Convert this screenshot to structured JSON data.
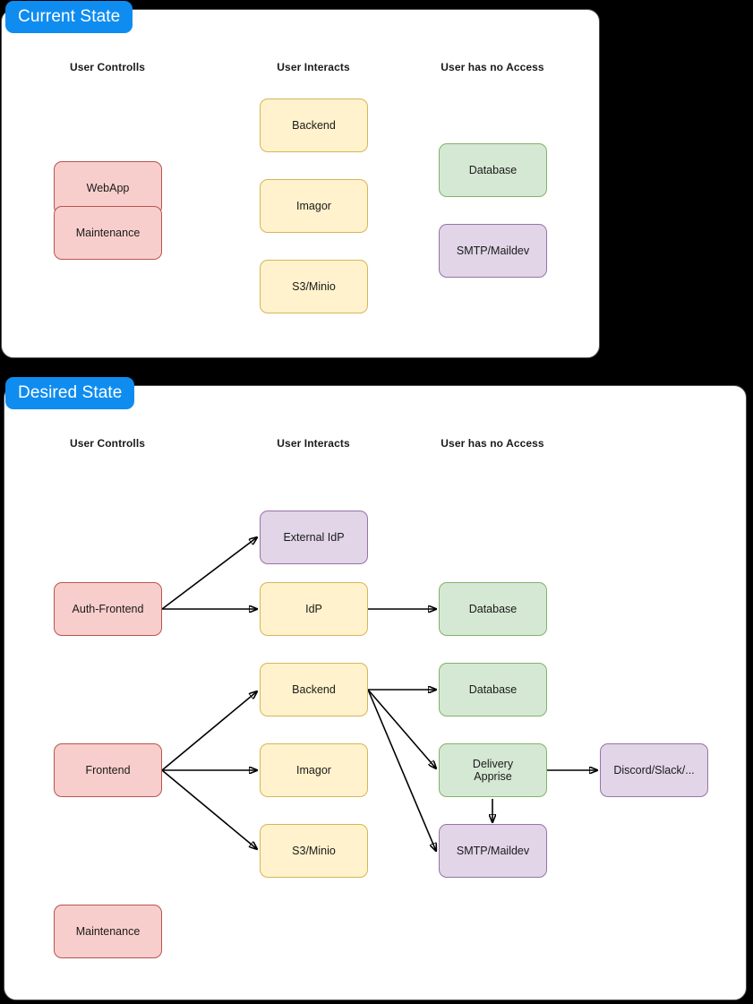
{
  "panels": [
    {
      "id": "current-state",
      "badge": "Current State",
      "columns": [
        {
          "label": "User Controlls"
        },
        {
          "label": "User Interacts"
        },
        {
          "label": "User has no Access"
        }
      ],
      "nodes": [
        {
          "id": "webapp",
          "label": "WebApp",
          "color": "red"
        },
        {
          "id": "maintenance",
          "label": "Maintenance",
          "color": "red"
        },
        {
          "id": "backend",
          "label": "Backend",
          "color": "yellow"
        },
        {
          "id": "imagor",
          "label": "Imagor",
          "color": "yellow"
        },
        {
          "id": "s3minio",
          "label": "S3/Minio",
          "color": "yellow"
        },
        {
          "id": "database",
          "label": "Database",
          "color": "green"
        },
        {
          "id": "smtp",
          "label": "SMTP/Maildev",
          "color": "purple"
        }
      ],
      "edges": []
    },
    {
      "id": "desired-state",
      "badge": "Desired State",
      "columns": [
        {
          "label": "User Controlls"
        },
        {
          "label": "User Interacts"
        },
        {
          "label": "User has no Access"
        }
      ],
      "nodes": [
        {
          "id": "auth-frontend",
          "label": "Auth-Frontend",
          "color": "red"
        },
        {
          "id": "external-idp",
          "label": "External IdP",
          "color": "purple"
        },
        {
          "id": "idp",
          "label": "IdP",
          "color": "yellow"
        },
        {
          "id": "database-1",
          "label": "Database",
          "color": "green"
        },
        {
          "id": "frontend",
          "label": "Frontend",
          "color": "red"
        },
        {
          "id": "backend-2",
          "label": "Backend",
          "color": "yellow"
        },
        {
          "id": "imagor-2",
          "label": "Imagor",
          "color": "yellow"
        },
        {
          "id": "s3minio-2",
          "label": "S3/Minio",
          "color": "yellow"
        },
        {
          "id": "database-2",
          "label": "Database",
          "color": "green"
        },
        {
          "id": "delivery",
          "label": "Delivery\nApprise",
          "color": "green"
        },
        {
          "id": "smtp-2",
          "label": "SMTP/Maildev",
          "color": "purple"
        },
        {
          "id": "discord",
          "label": "Discord/Slack/...",
          "color": "purple"
        },
        {
          "id": "maintenance-2",
          "label": "Maintenance",
          "color": "red"
        }
      ],
      "edges": [
        {
          "from": "auth-frontend",
          "to": "external-idp"
        },
        {
          "from": "auth-frontend",
          "to": "idp"
        },
        {
          "from": "idp",
          "to": "database-1"
        },
        {
          "from": "frontend",
          "to": "backend-2"
        },
        {
          "from": "frontend",
          "to": "imagor-2"
        },
        {
          "from": "frontend",
          "to": "s3minio-2"
        },
        {
          "from": "backend-2",
          "to": "database-2"
        },
        {
          "from": "backend-2",
          "to": "delivery"
        },
        {
          "from": "backend-2",
          "to": "smtp-2"
        },
        {
          "from": "delivery",
          "to": "smtp-2"
        },
        {
          "from": "delivery",
          "to": "discord"
        }
      ]
    }
  ],
  "colors": {
    "badge": "#0f8cf0",
    "badge_text": "#ffffff",
    "canvas": "#000000",
    "panel": "#ffffff",
    "red_fill": "#f8cecc",
    "red_border": "#b85450",
    "yellow_fill": "#fff2cc",
    "yellow_border": "#d6b656",
    "green_fill": "#d5e8d4",
    "green_border": "#82b366",
    "purple_fill": "#e1d5e7",
    "purple_border": "#9673a6",
    "edge": "#000000"
  }
}
